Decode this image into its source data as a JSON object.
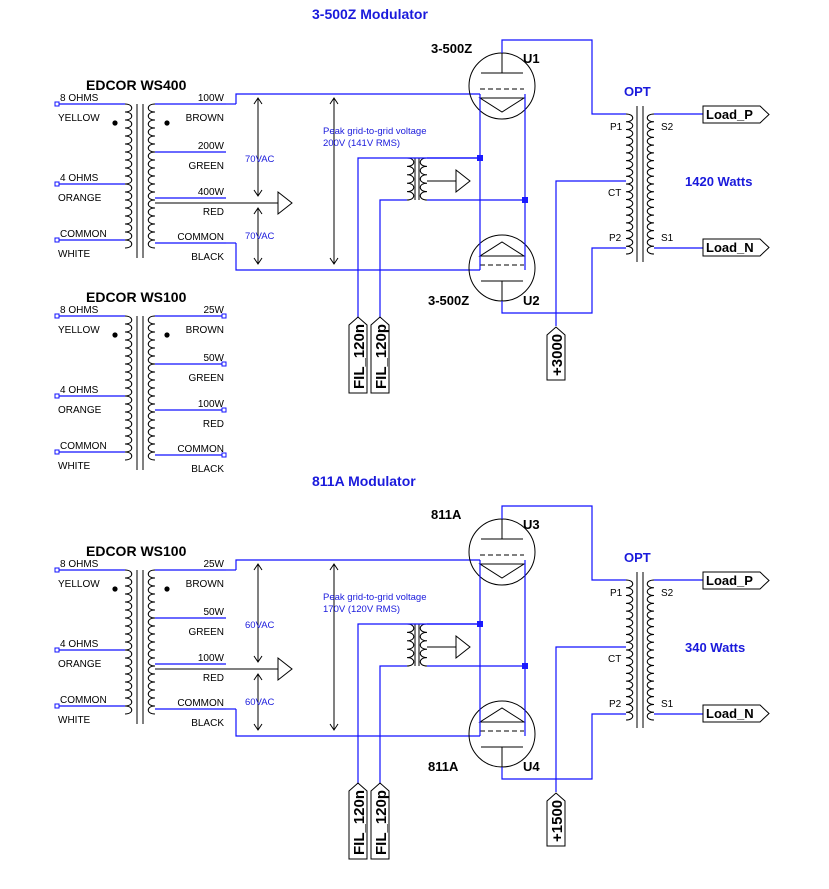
{
  "sections": [
    {
      "title": "3-500Z Modulator",
      "transformer": "EDCOR WS400",
      "primary": [
        {
          "top": "8 OHMS",
          "bottom": "YELLOW"
        },
        {
          "top": "4 OHMS",
          "bottom": "ORANGE"
        },
        {
          "top": "COMMON",
          "bottom": "WHITE"
        }
      ],
      "secondary": [
        {
          "top": "100W",
          "bottom": "BROWN"
        },
        {
          "top": "200W",
          "bottom": "GREEN"
        },
        {
          "top": "400W",
          "bottom": "RED"
        },
        {
          "top": "COMMON",
          "bottom": "BLACK"
        }
      ],
      "vac_top": "70VAC",
      "vac_bottom": "70VAC",
      "note_line1": "Peak grid-to-grid voltage",
      "note_line2": "200V (141V RMS)",
      "tube_upper_type": "3-500Z",
      "tube_upper_ref": "U1",
      "tube_lower_type": "3-500Z",
      "tube_lower_ref": "U2",
      "fil_n": "FIL_120n",
      "fil_p": "FIL_120p",
      "hv": "+3000",
      "opt": "OPT",
      "opt_pins": {
        "p1": "P1",
        "ct": "CT",
        "p2": "P2",
        "s2": "S2",
        "s1": "S1"
      },
      "power": "1420 Watts",
      "load_p": "Load_P",
      "load_n": "Load_N"
    },
    {
      "transformer": "EDCOR WS100",
      "primary": [
        {
          "top": "8 OHMS",
          "bottom": "YELLOW"
        },
        {
          "top": "4 OHMS",
          "bottom": "ORANGE"
        },
        {
          "top": "COMMON",
          "bottom": "WHITE"
        }
      ],
      "secondary": [
        {
          "top": "25W",
          "bottom": "BROWN"
        },
        {
          "top": "50W",
          "bottom": "GREEN"
        },
        {
          "top": "100W",
          "bottom": "RED"
        },
        {
          "top": "COMMON",
          "bottom": "BLACK"
        }
      ]
    },
    {
      "title": "811A Modulator",
      "transformer": "EDCOR WS100",
      "primary": [
        {
          "top": "8 OHMS",
          "bottom": "YELLOW"
        },
        {
          "top": "4 OHMS",
          "bottom": "ORANGE"
        },
        {
          "top": "COMMON",
          "bottom": "WHITE"
        }
      ],
      "secondary": [
        {
          "top": "25W",
          "bottom": "BROWN"
        },
        {
          "top": "50W",
          "bottom": "GREEN"
        },
        {
          "top": "100W",
          "bottom": "RED"
        },
        {
          "top": "COMMON",
          "bottom": "BLACK"
        }
      ],
      "vac_top": "60VAC",
      "vac_bottom": "60VAC",
      "note_line1": "Peak grid-to-grid voltage",
      "note_line2": "170V (120V RMS)",
      "tube_upper_type": "811A",
      "tube_upper_ref": "U3",
      "tube_lower_type": "811A",
      "tube_lower_ref": "U4",
      "fil_n": "FIL_120n",
      "fil_p": "FIL_120p",
      "hv": "+1500",
      "opt": "OPT",
      "opt_pins": {
        "p1": "P1",
        "ct": "CT",
        "p2": "P2",
        "s2": "S2",
        "s1": "S1"
      },
      "power": "340 Watts",
      "load_p": "Load_P",
      "load_n": "Load_N"
    }
  ],
  "colors": {
    "wire": "#1010ff",
    "component": "#000000",
    "title": "#1a1adc"
  }
}
